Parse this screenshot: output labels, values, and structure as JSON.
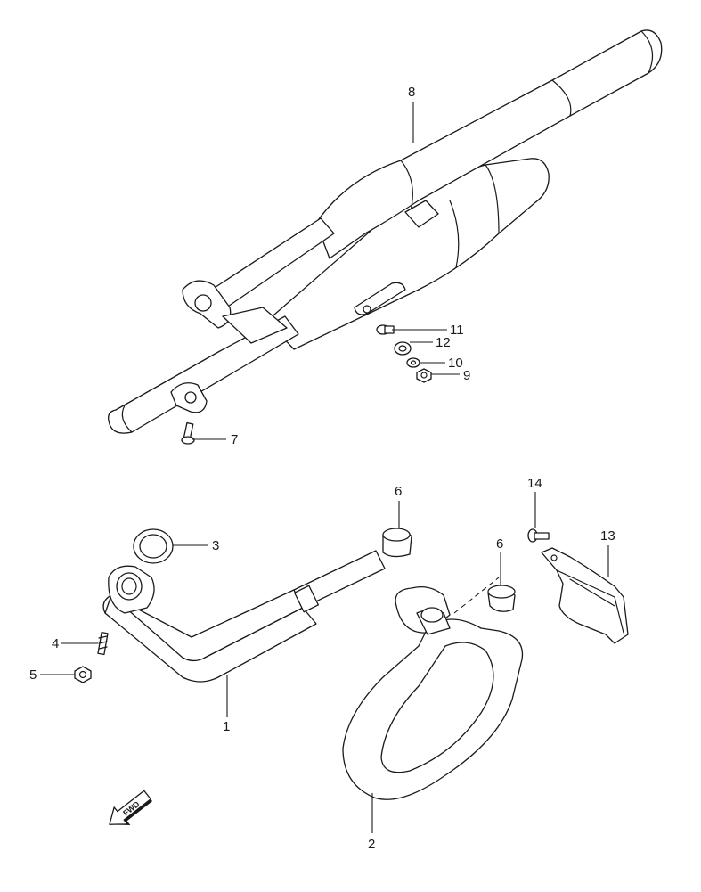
{
  "callouts": {
    "p1": "1",
    "p2": "2",
    "p3": "3",
    "p4": "4",
    "p5": "5",
    "p6a": "6",
    "p6b": "6",
    "p7": "7",
    "p8": "8",
    "p9": "9",
    "p10": "10",
    "p11": "11",
    "p12": "12",
    "p13": "13",
    "p14": "14"
  },
  "direction_arrow": {
    "label": "FWD",
    "icon": "fwd-arrow-icon"
  }
}
